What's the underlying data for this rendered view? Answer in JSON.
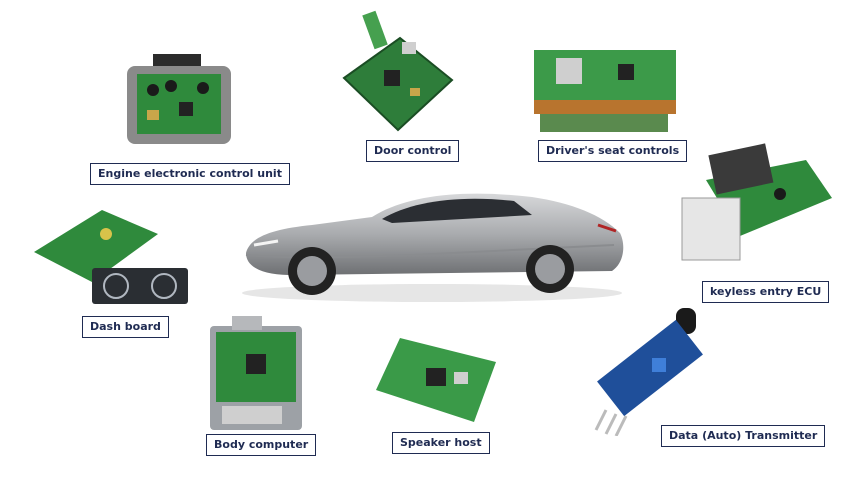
{
  "labels": {
    "engine_ecu": "Engine electronic control unit",
    "door_control": "Door control",
    "seat_controls": "Driver's seat controls",
    "keyless_entry": "keyless entry ECU",
    "dash_board": "Dash board",
    "body_computer": "Body computer",
    "speaker_host": "Speaker host",
    "data_transmitter": "Data (Auto) Transmitter"
  },
  "colors": {
    "label_border": "#1f2b52",
    "pcb_green": "#2f8a3c",
    "car_body": "#a9abae"
  }
}
